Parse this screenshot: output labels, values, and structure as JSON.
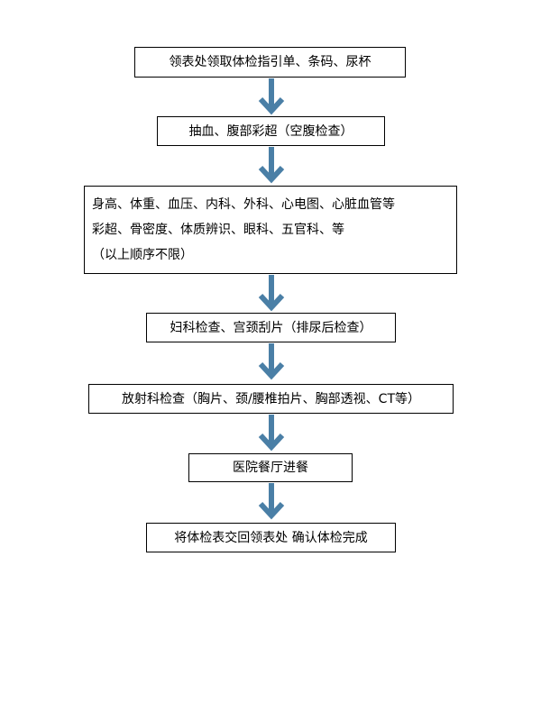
{
  "flowchart": {
    "arrow_color": "#4a7fa6",
    "steps": [
      {
        "text": "领表处领取体检指引单、条码、尿杯"
      },
      {
        "text": "抽血、腹部彩超（空腹检查）"
      },
      {
        "lines": [
          "身高、体重、血压、内科、外科、心电图、心脏血管等",
          "彩超、骨密度、体质辨识、眼科、五官科、等",
          "（以上顺序不限）"
        ]
      },
      {
        "text": "妇科检查、宫颈刮片（排尿后检查）"
      },
      {
        "text": "放射科检查（胸片、颈/腰椎拍片、胸部透视、CT等）"
      },
      {
        "text": "医院餐厅进餐"
      },
      {
        "text": "将体检表交回领表处 确认体检完成"
      }
    ]
  }
}
